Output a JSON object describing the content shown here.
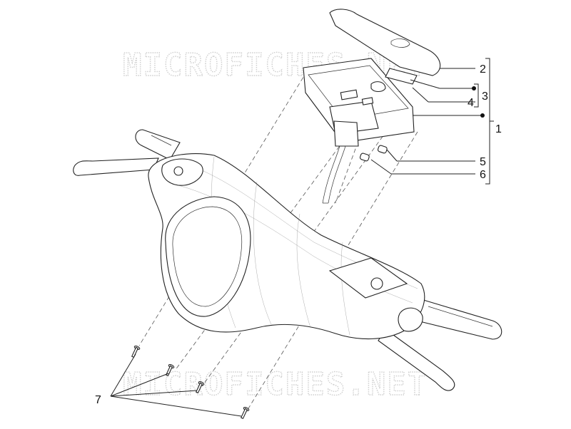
{
  "watermark": {
    "top_text": "MICROFICHES.NET",
    "bottom_text": "MICROFICHES.NET"
  },
  "callouts": [
    {
      "id": "1",
      "label": "1"
    },
    {
      "id": "2",
      "label": "2"
    },
    {
      "id": "3",
      "label": "3"
    },
    {
      "id": "4",
      "label": "4"
    },
    {
      "id": "5",
      "label": "5"
    },
    {
      "id": "6",
      "label": "6"
    },
    {
      "id": "7",
      "label": "7"
    }
  ],
  "colors": {
    "line": "#222222",
    "watermark": "#cfcfcf",
    "background": "#ffffff"
  }
}
